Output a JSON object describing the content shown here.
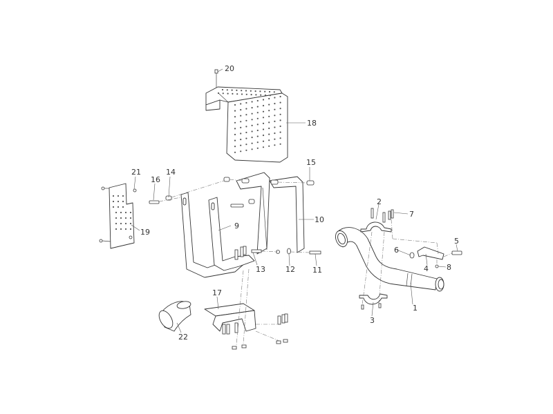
{
  "diagram": {
    "callouts": [
      "1",
      "2",
      "3",
      "4",
      "5",
      "6",
      "7",
      "8",
      "9",
      "10",
      "11",
      "12",
      "13",
      "14",
      "15",
      "16",
      "17",
      "18",
      "19",
      "20",
      "21",
      "22"
    ],
    "colors": {
      "line": "#333333",
      "background": "#ffffff",
      "hole": "#555555"
    }
  }
}
